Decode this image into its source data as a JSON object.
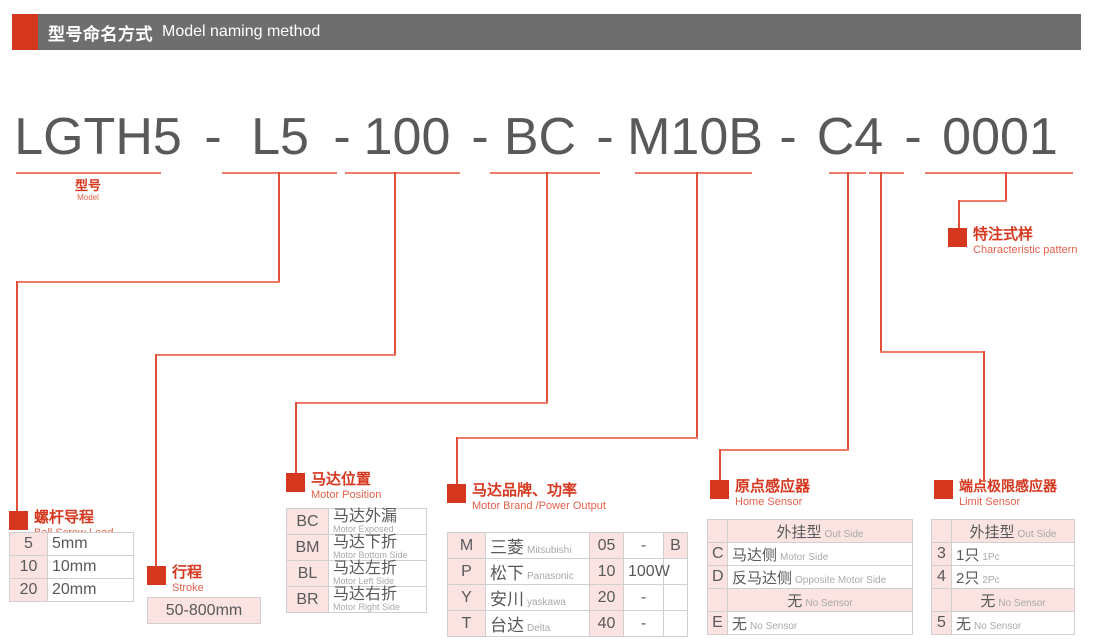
{
  "header": {
    "title_cn": "型号命名方式",
    "title_en": "Model naming method",
    "bar_color": "#6e6e6e",
    "accent_color": "#d6371f"
  },
  "model_code": {
    "segments": [
      "LGTH5",
      "L5",
      "100",
      "BC",
      "M10B",
      "C4",
      "0001"
    ],
    "separator": "-",
    "text_color": "#58595b"
  },
  "callouts": {
    "model": {
      "cn": "型号",
      "en": "Model"
    },
    "screw_lead": {
      "cn": "螺杆导程",
      "en": "Ball Screw Lead"
    },
    "stroke": {
      "cn": "行程",
      "en": "Stroke"
    },
    "motor_pos": {
      "cn": "马达位置",
      "en": "Motor Position"
    },
    "motor_brand": {
      "cn": "马达品牌、功率",
      "en": "Motor Brand /Power Output"
    },
    "home_sensor": {
      "cn": "原点感应器",
      "en": "Home Sensor"
    },
    "limit_sensor": {
      "cn": "端点极限感应器",
      "en": "Limit Sensor"
    },
    "characteristic": {
      "cn": "特注式样",
      "en": "Characteristic pattern"
    }
  },
  "tables": {
    "ball_screw_lead": {
      "rows": [
        {
          "code": "5",
          "value": "5mm"
        },
        {
          "code": "10",
          "value": "10mm"
        },
        {
          "code": "20",
          "value": "20mm"
        }
      ]
    },
    "stroke": {
      "value": "50-800mm"
    },
    "motor_position": {
      "rows": [
        {
          "code": "BC",
          "cn": "马达外漏",
          "en": "Motor Exposed"
        },
        {
          "code": "BM",
          "cn": "马达下折",
          "en": "Motor Bottom  Side"
        },
        {
          "code": "BL",
          "cn": "马达左折",
          "en": "Motor Left Side"
        },
        {
          "code": "BR",
          "cn": "马达右折",
          "en": "Motor Right Side"
        }
      ]
    },
    "motor_brand": {
      "rows": [
        {
          "code": "M",
          "cn": "三菱",
          "en": "Mitsubishi",
          "pcode": "05",
          "power": "-",
          "suffix": "B"
        },
        {
          "code": "P",
          "cn": "松下",
          "en": "Panasonic",
          "pcode": "10",
          "power": "100W",
          "suffix": ""
        },
        {
          "code": "Y",
          "cn": "安川",
          "en": "yaskawa",
          "pcode": "20",
          "power": "-",
          "suffix": ""
        },
        {
          "code": "T",
          "cn": "台达",
          "en": "Delta",
          "pcode": "40",
          "power": "-",
          "suffix": ""
        }
      ]
    },
    "home_sensor": {
      "rows": [
        {
          "code": "",
          "cn": "外挂型",
          "en": "Out Side",
          "pink": true
        },
        {
          "code": "C",
          "cn": "马达侧",
          "en": "Motor Side",
          "pink": false
        },
        {
          "code": "D",
          "cn": "反马达侧",
          "en": "Opposite Motor Side",
          "pink": false
        },
        {
          "code": "",
          "cn": "无",
          "en": "No Sensor",
          "pink": true
        },
        {
          "code": "E",
          "cn": "无",
          "en": "No Sensor",
          "pink": false
        }
      ]
    },
    "limit_sensor": {
      "rows": [
        {
          "code": "",
          "cn": "外挂型",
          "en": "Out Side",
          "pink": true
        },
        {
          "code": "3",
          "cn": "1只",
          "en": "1Pc",
          "pink": false
        },
        {
          "code": "4",
          "cn": "2只",
          "en": "2Pc",
          "pink": false
        },
        {
          "code": "",
          "cn": "无",
          "en": "No Sensor",
          "pink": true
        },
        {
          "code": "5",
          "cn": "无",
          "en": "No Sensor",
          "pink": false
        }
      ]
    }
  },
  "colors": {
    "red_accent": "#d6371f",
    "line_light": "#ef7b6a",
    "line_dark": "#e0503a",
    "table_pink": "#fae3e1",
    "table_border": "#cfcfcf",
    "text_gray": "#58595b",
    "text_mute": "#a9a9a9"
  }
}
